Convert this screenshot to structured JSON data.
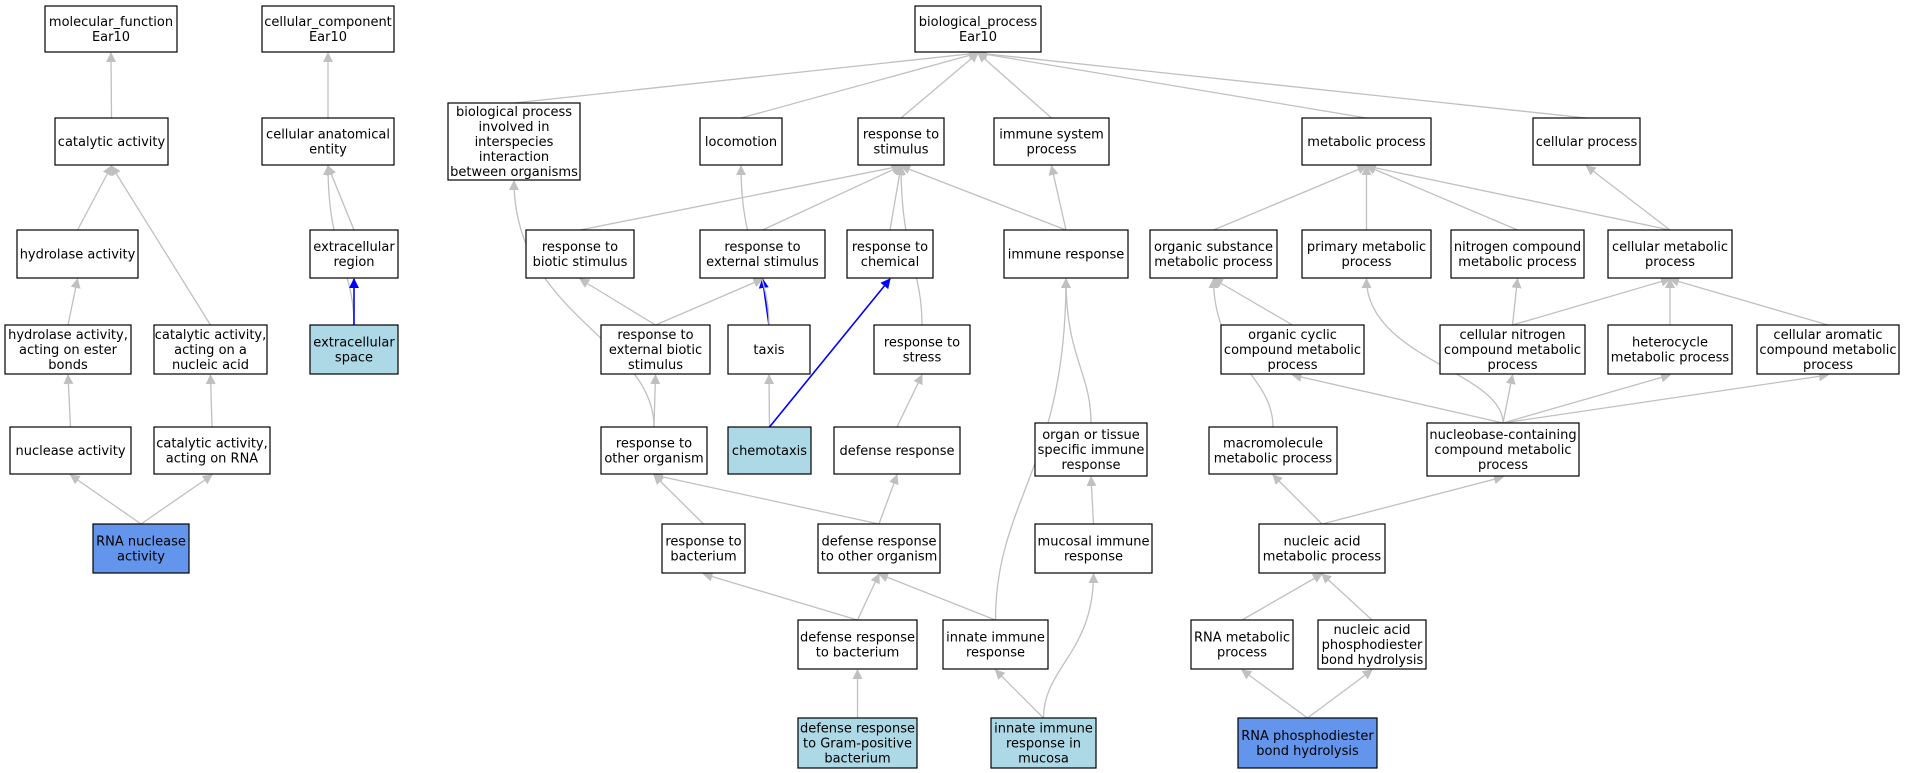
{
  "colors": {
    "edge": "#c0c0c0",
    "edge_highlight": "#0000ff",
    "node_fill": "#ffffff",
    "node_border": "#000000",
    "light_blue": "#add8e6",
    "cornflower_blue": "#6495ed"
  },
  "nodes": [
    {
      "id": "mf",
      "lines": [
        "molecular_function",
        "Ear10"
      ],
      "fill": "white"
    },
    {
      "id": "catalytic",
      "lines": [
        "catalytic activity"
      ],
      "fill": "white"
    },
    {
      "id": "hydrolase",
      "lines": [
        "hydrolase activity"
      ],
      "fill": "white"
    },
    {
      "id": "hydrolase_ester",
      "lines": [
        "hydrolase activity,",
        "acting on ester",
        "bonds"
      ],
      "fill": "white"
    },
    {
      "id": "nuclease",
      "lines": [
        "nuclease activity"
      ],
      "fill": "white"
    },
    {
      "id": "cat_nucleic",
      "lines": [
        "catalytic activity,",
        "acting on a",
        "nucleic acid"
      ],
      "fill": "white"
    },
    {
      "id": "cat_rna",
      "lines": [
        "catalytic activity,",
        "acting on RNA"
      ],
      "fill": "white"
    },
    {
      "id": "rna_nuclease",
      "lines": [
        "RNA nuclease",
        "activity"
      ],
      "fill": "cornflower_blue"
    },
    {
      "id": "cc",
      "lines": [
        "cellular_component",
        "Ear10"
      ],
      "fill": "white"
    },
    {
      "id": "cae",
      "lines": [
        "cellular anatomical",
        "entity"
      ],
      "fill": "white"
    },
    {
      "id": "extracellular_region",
      "lines": [
        "extracellular",
        "region"
      ],
      "fill": "white"
    },
    {
      "id": "extracellular_space",
      "lines": [
        "extracellular",
        "space"
      ],
      "fill": "light_blue"
    },
    {
      "id": "bp",
      "lines": [
        "biological_process",
        "Ear10"
      ],
      "fill": "white"
    },
    {
      "id": "bp_interspecies",
      "lines": [
        "biological process",
        "involved in",
        "interspecies",
        "interaction",
        "between organisms"
      ],
      "fill": "white"
    },
    {
      "id": "locomotion",
      "lines": [
        "locomotion"
      ],
      "fill": "white"
    },
    {
      "id": "resp_stimulus",
      "lines": [
        "response to",
        "stimulus"
      ],
      "fill": "white"
    },
    {
      "id": "immune_system",
      "lines": [
        "immune system",
        "process"
      ],
      "fill": "white"
    },
    {
      "id": "metabolic",
      "lines": [
        "metabolic process"
      ],
      "fill": "white"
    },
    {
      "id": "cellular",
      "lines": [
        "cellular process"
      ],
      "fill": "white"
    },
    {
      "id": "resp_biotic",
      "lines": [
        "response to",
        "biotic stimulus"
      ],
      "fill": "white"
    },
    {
      "id": "resp_external",
      "lines": [
        "response to",
        "external stimulus"
      ],
      "fill": "white"
    },
    {
      "id": "resp_chemical",
      "lines": [
        "response to",
        "chemical"
      ],
      "fill": "white"
    },
    {
      "id": "immune_response",
      "lines": [
        "immune response"
      ],
      "fill": "white"
    },
    {
      "id": "organic_subst",
      "lines": [
        "organic substance",
        "metabolic process"
      ],
      "fill": "white"
    },
    {
      "id": "primary_metab",
      "lines": [
        "primary metabolic",
        "process"
      ],
      "fill": "white"
    },
    {
      "id": "nitrogen_compound",
      "lines": [
        "nitrogen compound",
        "metabolic process"
      ],
      "fill": "white"
    },
    {
      "id": "cellular_metab",
      "lines": [
        "cellular metabolic",
        "process"
      ],
      "fill": "white"
    },
    {
      "id": "resp_ext_biotic",
      "lines": [
        "response to",
        "external biotic",
        "stimulus"
      ],
      "fill": "white"
    },
    {
      "id": "taxis",
      "lines": [
        "taxis"
      ],
      "fill": "white"
    },
    {
      "id": "resp_stress",
      "lines": [
        "response to",
        "stress"
      ],
      "fill": "white"
    },
    {
      "id": "organic_cyclic",
      "lines": [
        "organic cyclic",
        "compound metabolic",
        "process"
      ],
      "fill": "white"
    },
    {
      "id": "cell_nitrogen",
      "lines": [
        "cellular nitrogen",
        "compound metabolic",
        "process"
      ],
      "fill": "white"
    },
    {
      "id": "heterocycle",
      "lines": [
        "heterocycle",
        "metabolic process"
      ],
      "fill": "white"
    },
    {
      "id": "cell_aromatic",
      "lines": [
        "cellular aromatic",
        "compound metabolic",
        "process"
      ],
      "fill": "white"
    },
    {
      "id": "resp_other_org",
      "lines": [
        "response to",
        "other organism"
      ],
      "fill": "white"
    },
    {
      "id": "chemotaxis",
      "lines": [
        "chemotaxis"
      ],
      "fill": "light_blue"
    },
    {
      "id": "defense_response",
      "lines": [
        "defense response"
      ],
      "fill": "white"
    },
    {
      "id": "organ_tissue",
      "lines": [
        "organ or tissue",
        "specific immune",
        "response"
      ],
      "fill": "white"
    },
    {
      "id": "macromolecule",
      "lines": [
        "macromolecule",
        "metabolic process"
      ],
      "fill": "white"
    },
    {
      "id": "nucleobase",
      "lines": [
        "nucleobase-containing",
        "compound metabolic",
        "process"
      ],
      "fill": "white"
    },
    {
      "id": "resp_bacterium",
      "lines": [
        "response to",
        "bacterium"
      ],
      "fill": "white"
    },
    {
      "id": "defense_other_org",
      "lines": [
        "defense response",
        "to other organism"
      ],
      "fill": "white"
    },
    {
      "id": "mucosal_immune",
      "lines": [
        "mucosal immune",
        "response"
      ],
      "fill": "white"
    },
    {
      "id": "nucleic_acid_metab",
      "lines": [
        "nucleic acid",
        "metabolic process"
      ],
      "fill": "white"
    },
    {
      "id": "defense_bacterium",
      "lines": [
        "defense response",
        "to bacterium"
      ],
      "fill": "white"
    },
    {
      "id": "innate_immune",
      "lines": [
        "innate immune",
        "response"
      ],
      "fill": "white"
    },
    {
      "id": "rna_metab",
      "lines": [
        "RNA metabolic",
        "process"
      ],
      "fill": "white"
    },
    {
      "id": "nucleic_phospho",
      "lines": [
        "nucleic acid",
        "phosphodiester",
        "bond hydrolysis"
      ],
      "fill": "white"
    },
    {
      "id": "defense_gram_pos",
      "lines": [
        "defense response",
        "to Gram-positive",
        "bacterium"
      ],
      "fill": "light_blue"
    },
    {
      "id": "innate_mucosa",
      "lines": [
        "innate immune",
        "response in",
        "mucosa"
      ],
      "fill": "light_blue"
    },
    {
      "id": "rna_phospho",
      "lines": [
        "RNA phosphodiester",
        "bond hydrolysis"
      ],
      "fill": "cornflower_blue"
    }
  ],
  "edges": [
    {
      "from": "catalytic",
      "to": "mf"
    },
    {
      "from": "hydrolase",
      "to": "catalytic"
    },
    {
      "from": "cat_nucleic",
      "to": "catalytic"
    },
    {
      "from": "hydrolase_ester",
      "to": "hydrolase"
    },
    {
      "from": "nuclease",
      "to": "hydrolase_ester"
    },
    {
      "from": "cat_rna",
      "to": "cat_nucleic"
    },
    {
      "from": "rna_nuclease",
      "to": "nuclease"
    },
    {
      "from": "rna_nuclease",
      "to": "cat_rna"
    },
    {
      "from": "cae",
      "to": "cc"
    },
    {
      "from": "extracellular_region",
      "to": "cae"
    },
    {
      "from": "extracellular_space",
      "to": "cae",
      "curve": true
    },
    {
      "from": "extracellular_space",
      "to": "extracellular_region",
      "highlight": true
    },
    {
      "from": "bp_interspecies",
      "to": "bp"
    },
    {
      "from": "locomotion",
      "to": "bp"
    },
    {
      "from": "resp_stimulus",
      "to": "bp"
    },
    {
      "from": "immune_system",
      "to": "bp"
    },
    {
      "from": "metabolic",
      "to": "bp"
    },
    {
      "from": "cellular",
      "to": "bp"
    },
    {
      "from": "resp_biotic",
      "to": "resp_stimulus"
    },
    {
      "from": "resp_external",
      "to": "resp_stimulus"
    },
    {
      "from": "resp_chemical",
      "to": "resp_stimulus"
    },
    {
      "from": "immune_response",
      "to": "resp_stimulus"
    },
    {
      "from": "resp_stress",
      "to": "resp_stimulus",
      "curve": true
    },
    {
      "from": "immune_response",
      "to": "immune_system"
    },
    {
      "from": "organic_subst",
      "to": "metabolic"
    },
    {
      "from": "primary_metab",
      "to": "metabolic"
    },
    {
      "from": "nitrogen_compound",
      "to": "metabolic"
    },
    {
      "from": "cellular_metab",
      "to": "metabolic"
    },
    {
      "from": "cellular_metab",
      "to": "cellular"
    },
    {
      "from": "resp_ext_biotic",
      "to": "resp_biotic"
    },
    {
      "from": "resp_ext_biotic",
      "to": "resp_external"
    },
    {
      "from": "taxis",
      "to": "resp_external",
      "highlight": true
    },
    {
      "from": "taxis",
      "to": "locomotion",
      "curve": true
    },
    {
      "from": "organic_cyclic",
      "to": "organic_subst"
    },
    {
      "from": "cell_nitrogen",
      "to": "nitrogen_compound"
    },
    {
      "from": "cell_nitrogen",
      "to": "cellular_metab"
    },
    {
      "from": "heterocycle",
      "to": "cellular_metab"
    },
    {
      "from": "cell_aromatic",
      "to": "cellular_metab"
    },
    {
      "from": "resp_other_org",
      "to": "bp_interspecies",
      "curve": true
    },
    {
      "from": "resp_other_org",
      "to": "resp_ext_biotic"
    },
    {
      "from": "chemotaxis",
      "to": "taxis"
    },
    {
      "from": "chemotaxis",
      "to": "resp_chemical",
      "highlight": true
    },
    {
      "from": "defense_response",
      "to": "resp_stress"
    },
    {
      "from": "organ_tissue",
      "to": "immune_response",
      "curve": true
    },
    {
      "from": "macromolecule",
      "to": "organic_subst",
      "curve": true
    },
    {
      "from": "nucleobase",
      "to": "organic_cyclic"
    },
    {
      "from": "nucleobase",
      "to": "cell_nitrogen"
    },
    {
      "from": "nucleobase",
      "to": "heterocycle"
    },
    {
      "from": "nucleobase",
      "to": "cell_aromatic"
    },
    {
      "from": "nucleobase",
      "to": "primary_metab",
      "curve": true
    },
    {
      "from": "resp_bacterium",
      "to": "resp_other_org"
    },
    {
      "from": "defense_other_org",
      "to": "resp_other_org"
    },
    {
      "from": "defense_other_org",
      "to": "defense_response"
    },
    {
      "from": "mucosal_immune",
      "to": "organ_tissue"
    },
    {
      "from": "nucleic_acid_metab",
      "to": "macromolecule"
    },
    {
      "from": "nucleic_acid_metab",
      "to": "nucleobase"
    },
    {
      "from": "defense_bacterium",
      "to": "resp_bacterium"
    },
    {
      "from": "defense_bacterium",
      "to": "defense_other_org"
    },
    {
      "from": "innate_immune",
      "to": "defense_other_org"
    },
    {
      "from": "innate_immune",
      "to": "immune_response",
      "curve": true
    },
    {
      "from": "rna_metab",
      "to": "nucleic_acid_metab"
    },
    {
      "from": "nucleic_phospho",
      "to": "nucleic_acid_metab"
    },
    {
      "from": "defense_gram_pos",
      "to": "defense_bacterium"
    },
    {
      "from": "innate_mucosa",
      "to": "innate_immune"
    },
    {
      "from": "innate_mucosa",
      "to": "mucosal_immune",
      "curve": true
    },
    {
      "from": "rna_phospho",
      "to": "rna_metab"
    },
    {
      "from": "rna_phospho",
      "to": "nucleic_phospho"
    }
  ]
}
